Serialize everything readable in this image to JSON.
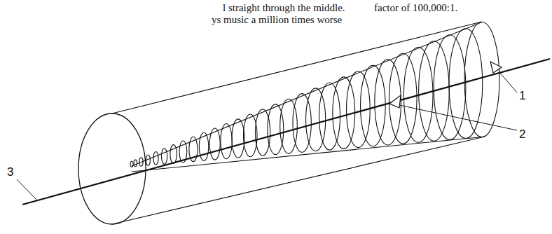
{
  "diagram": {
    "labels": [
      "l straight through the middle.",
      "ys music a million times worse",
      "factor of 100,000:1.",
      "1",
      "2",
      "3"
    ]
  }
}
